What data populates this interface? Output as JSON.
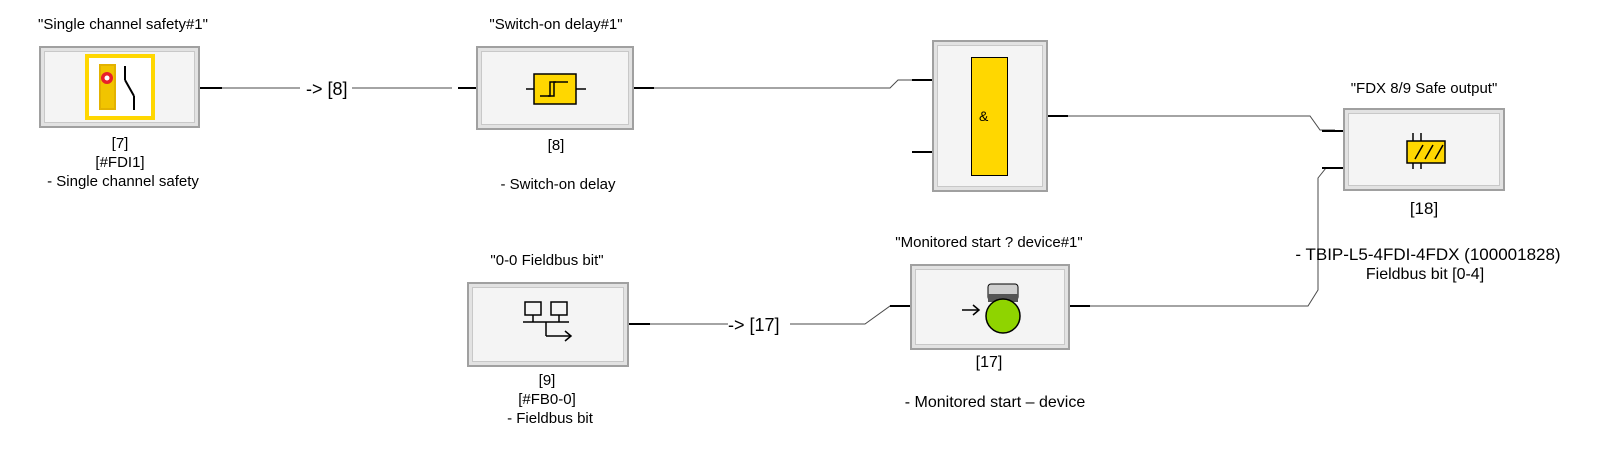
{
  "blocks": {
    "single_channel": {
      "title": "\"Single channel safety#1\"",
      "id": "[7]",
      "ref": "[#FDI1]",
      "desc": "- Single channel safety",
      "icon": "safety-light-curtain-switch-icon"
    },
    "switch_on_delay": {
      "title": "\"Switch-on delay#1\"",
      "id": "[8]",
      "desc": "- Switch-on delay",
      "icon": "switch-on-delay-icon"
    },
    "and_gate": {
      "symbol": "&",
      "icon": "and-gate-icon"
    },
    "fdx_output": {
      "title": "\"FDX 8/9 Safe output\"",
      "id": "[18]",
      "desc": "- TBIP-L5-4FDI-4FDX (100001828)",
      "desc2": "Fieldbus bit [0-4]",
      "icon": "safe-output-icon"
    },
    "fieldbus_bit": {
      "title": "\"0-0 Fieldbus bit\"",
      "id": "[9]",
      "ref": "[#FB0-0]",
      "desc": "- Fieldbus bit",
      "icon": "fieldbus-network-icon"
    },
    "monitored_start": {
      "title": "\"Monitored start ? device#1\"",
      "id": "[17]",
      "desc": "- Monitored start – device",
      "icon": "monitored-start-button-icon"
    }
  },
  "connections": {
    "link_8": "-> [8]",
    "link_17": "-> [17]"
  },
  "colors": {
    "safety_yellow": "#ffd700",
    "button_green": "#8fd400",
    "safety_red": "#e8202a",
    "wire": "#505050"
  }
}
